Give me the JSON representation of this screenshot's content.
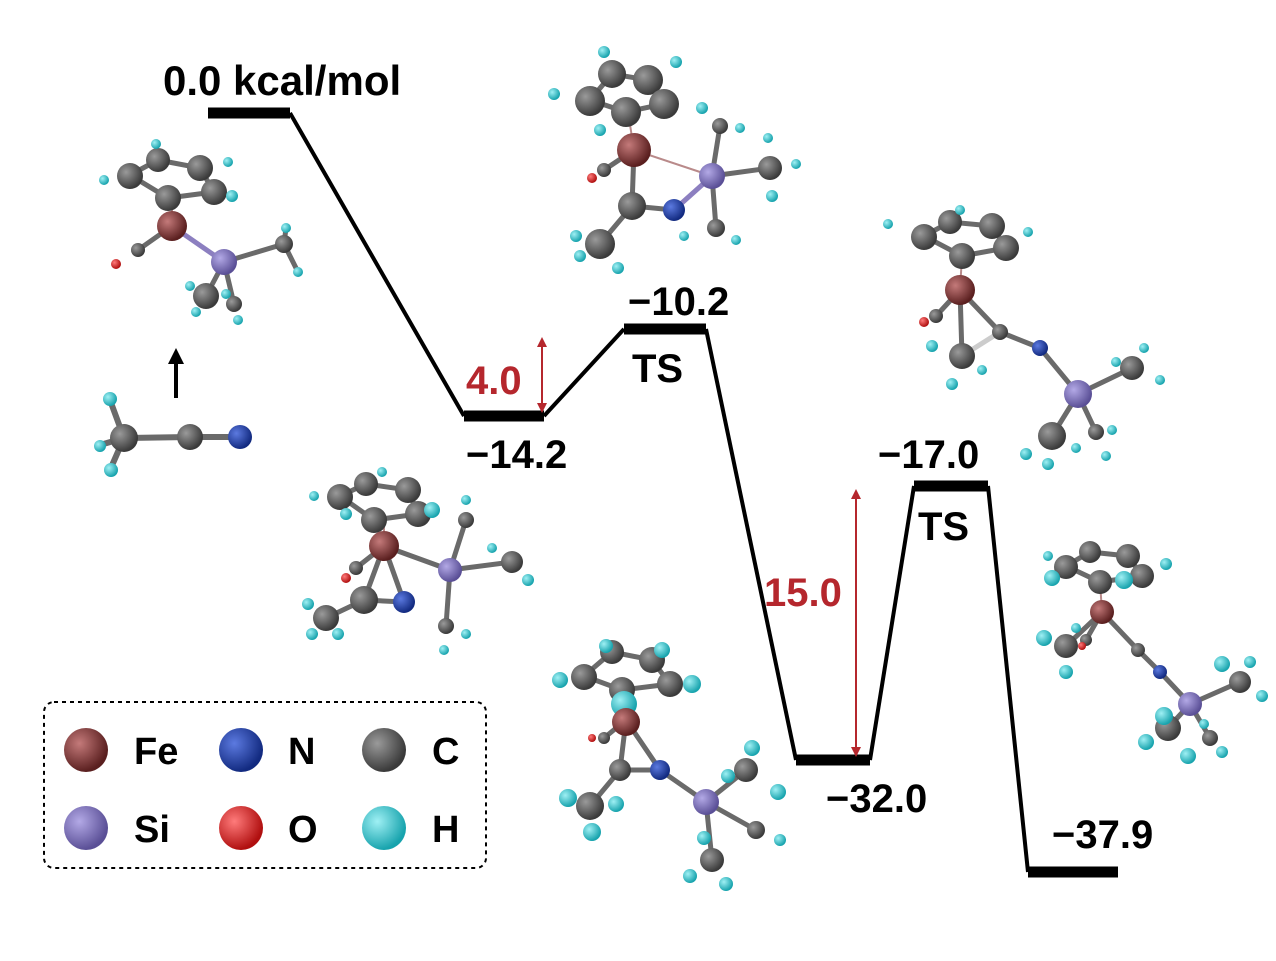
{
  "diagram": {
    "energy_levels": [
      {
        "id": "start",
        "energy": "0.0 kcal/mol"
      },
      {
        "id": "int1",
        "energy": "−14.2"
      },
      {
        "id": "ts1",
        "energy": "−10.2",
        "tag": "TS"
      },
      {
        "id": "int2",
        "energy": "−32.0"
      },
      {
        "id": "ts2",
        "energy": "−17.0",
        "tag": "TS"
      },
      {
        "id": "product",
        "energy": "−37.9"
      }
    ],
    "barriers": [
      {
        "id": "barrier1",
        "value": "4.0"
      },
      {
        "id": "barrier2",
        "value": "15.0"
      }
    ],
    "colors": {
      "path": "#000000",
      "barrier": "#b5272d",
      "Fe": "#7a2f2f",
      "N": "#1f3aa8",
      "C": "#5a5a5a",
      "Si": "#7b6fb8",
      "O": "#e02020",
      "H": "#33c7cf"
    }
  },
  "legend": {
    "items": [
      {
        "symbol": "Fe",
        "color": "#7a2f2f"
      },
      {
        "symbol": "N",
        "color": "#1f3aa8"
      },
      {
        "symbol": "C",
        "color": "#5a5a5a"
      },
      {
        "symbol": "Si",
        "color": "#7b6fb8"
      },
      {
        "symbol": "O",
        "color": "#e02020"
      },
      {
        "symbol": "H",
        "color": "#33c7cf"
      }
    ]
  }
}
